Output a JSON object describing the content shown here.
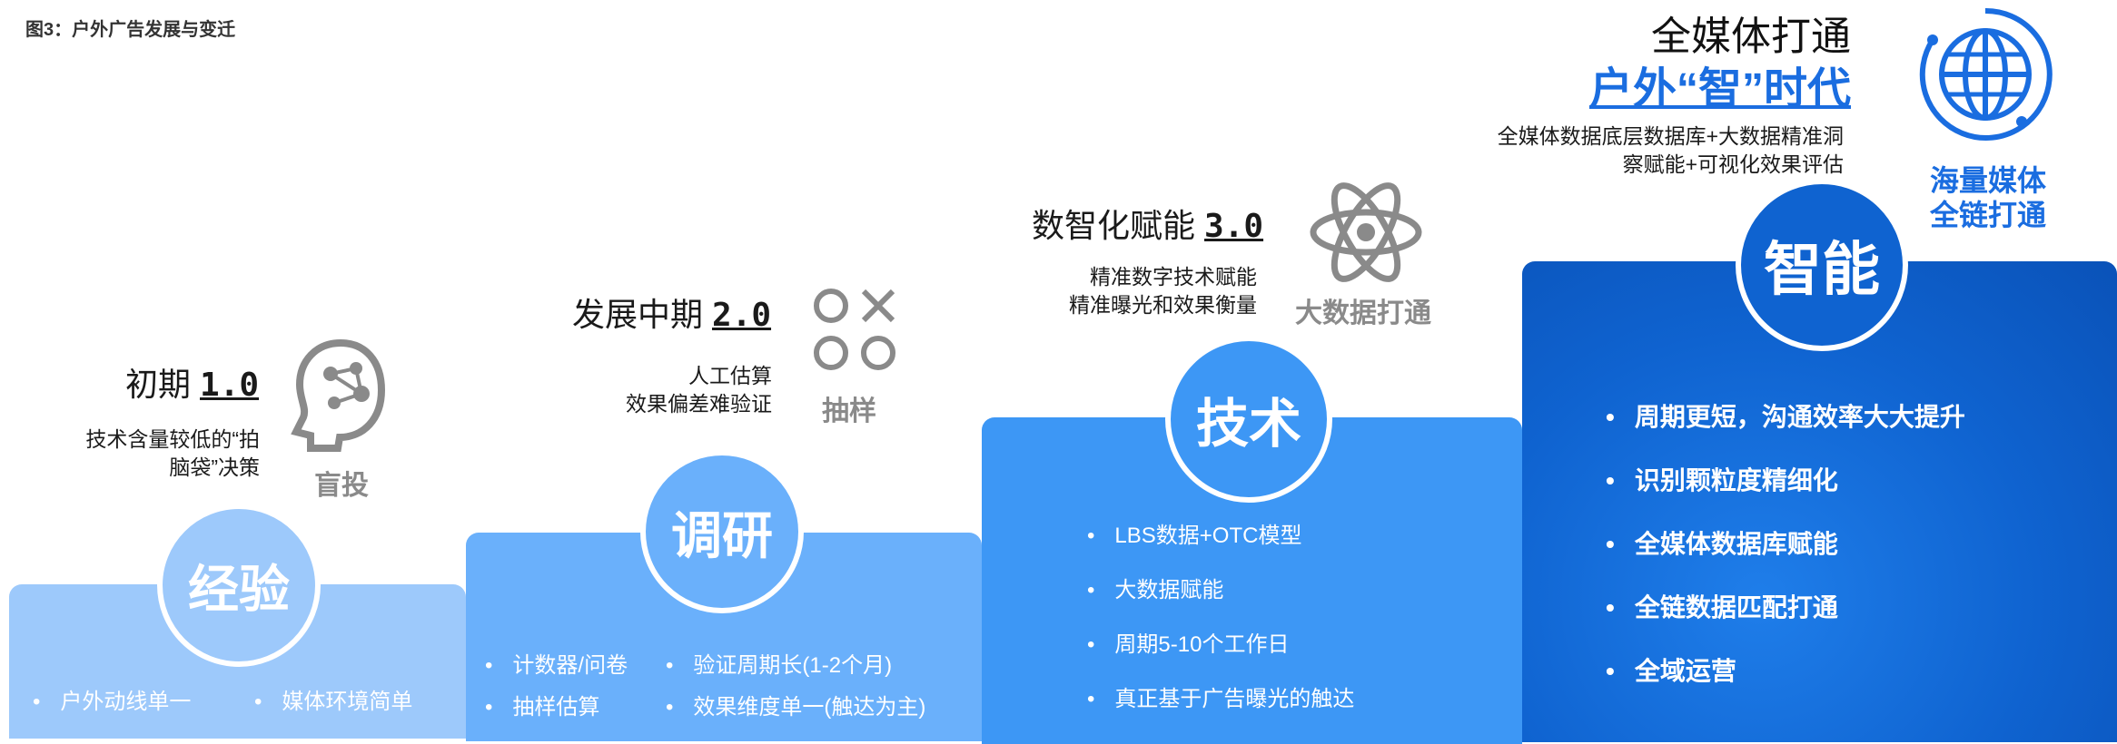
{
  "figure": {
    "title": "图3：户外广告发展与变迁"
  },
  "stages": [
    {
      "circle": "经验",
      "heading": "初期",
      "version": "1.0",
      "desc": [
        "技术含量较低的“拍",
        "脑袋”决策"
      ],
      "icon_label": "盲投",
      "bullets": [
        "户外动线单一",
        "媒体环境简单"
      ]
    },
    {
      "circle": "调研",
      "heading": "发展中期",
      "version": "2.0",
      "desc": [
        "人工估算",
        "效果偏差难验证"
      ],
      "icon_label": "抽样",
      "bullets": [
        "计数器/问卷",
        "抽样估算",
        "验证周期长(1-2个月)",
        "效果维度单一(触达为主)"
      ]
    },
    {
      "circle": "技术",
      "heading": "数智化赋能",
      "version": "3.0",
      "desc": [
        "精准数字技术赋能",
        "精准曝光和效果衡量"
      ],
      "icon_label": "大数据打通",
      "bullets": [
        "LBS数据+OTC模型",
        "大数据赋能",
        "周期5-10个工作日",
        "真正基于广告曝光的触达"
      ]
    },
    {
      "circle": "智能",
      "heading_line1": "全媒体打通",
      "heading_line2": "户外“智”时代",
      "desc": [
        "全媒体数据底层数据库+大数据精准洞",
        "察赋能+可视化效果评估"
      ],
      "icon_label": [
        "海量媒体",
        "全链打通"
      ],
      "bullets": [
        "周期更短，沟通效率大大提升",
        "识别颗粒度精细化",
        "全媒体数据库赋能",
        "全链数据匹配打通",
        "全域运营"
      ]
    }
  ],
  "icons": {
    "stage1": "head-network-icon",
    "stage2": "circles-cross-icon",
    "stage3": "atom-icon",
    "stage4": "globe-icon"
  },
  "colors": {
    "stage1": "#9dc9fb",
    "stage2": "#6ab0fb",
    "stage3": "#3d97f5",
    "stage4": "#0f63d0",
    "accent": "#1a6de0",
    "icon_gray": "#8a8a8a"
  }
}
